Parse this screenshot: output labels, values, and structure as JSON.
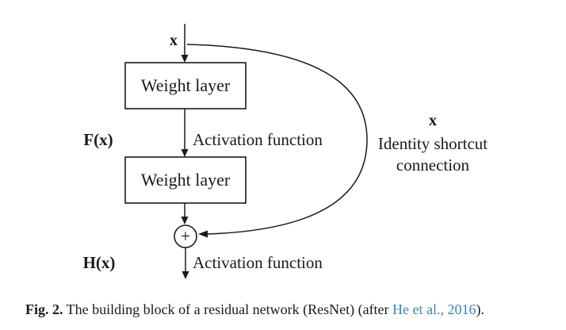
{
  "figure": {
    "diagram": {
      "input_label": "x",
      "weight_layer_1": "Weight layer",
      "weight_layer_2": "Weight layer",
      "residual_label": "F(x)",
      "output_label": "H(x)",
      "activation_1": "Activation function",
      "activation_2": "Activation function",
      "plus_symbol": "+",
      "shortcut_label_x": "x",
      "shortcut_label_line1": "Identity shortcut",
      "shortcut_label_line2": "connection"
    },
    "caption": {
      "label": "Fig. 2.",
      "body": " The building block of a residual network (ResNet) (after ",
      "citation": "He et al., 2016",
      "closing": ")."
    },
    "colors": {
      "line": "#1a1a1a",
      "text": "#1a1a1a",
      "citation_link": "#3187b5",
      "background": "#ffffff"
    }
  }
}
